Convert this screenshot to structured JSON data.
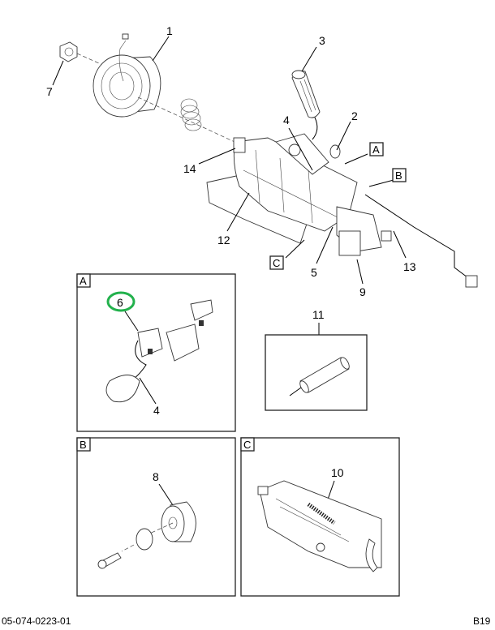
{
  "diagram": {
    "callouts_main": {
      "c1": "1",
      "c2": "2",
      "c3": "3",
      "c4": "4",
      "c5": "5",
      "c7": "7",
      "c9": "9",
      "c12": "12",
      "c13": "13",
      "c14": "14"
    },
    "view_refs": {
      "a": "A",
      "b": "B",
      "c": "C"
    },
    "detail_a": {
      "title": "A",
      "c6": "6",
      "c4": "4",
      "highlight_color": "#22b14c"
    },
    "detail_b": {
      "title": "B",
      "c8": "8"
    },
    "detail_c": {
      "title": "C",
      "c10": "10"
    },
    "detail_11": {
      "c11": "11"
    }
  },
  "footer": {
    "doc_number": "05-074-0223-01",
    "page": "B19"
  }
}
